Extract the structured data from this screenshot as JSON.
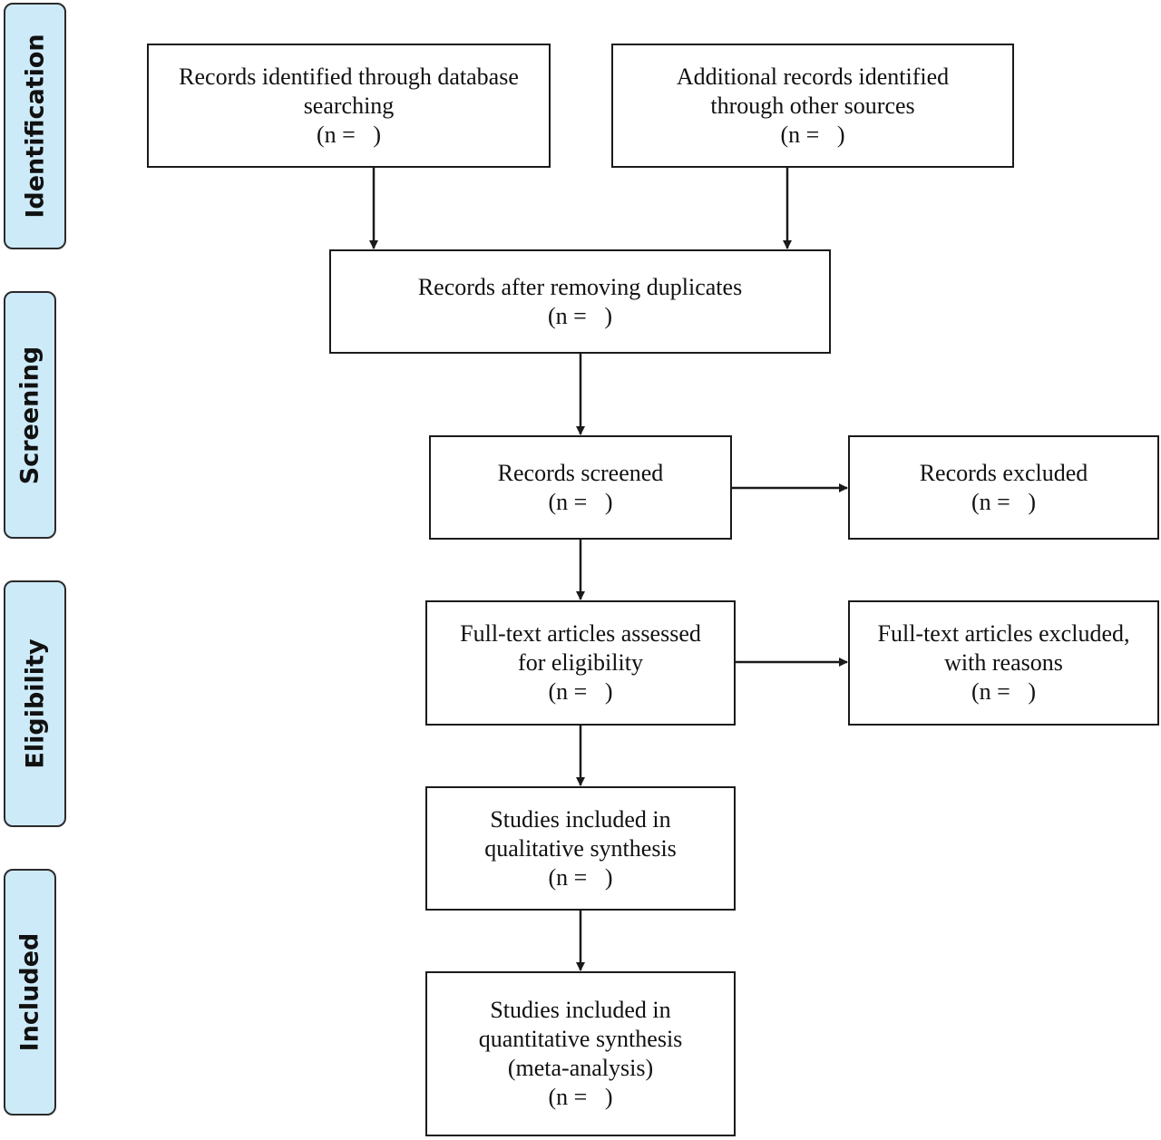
{
  "phases": {
    "identification": "Identification",
    "screening": "Screening",
    "eligibility": "Eligibility",
    "included": "Included"
  },
  "boxes": {
    "db_search": {
      "line1": "Records identified through database",
      "line2": "searching",
      "count": "(n =   )"
    },
    "other_sources": {
      "line1": "Additional records identified",
      "line2": "through other sources",
      "count": "(n =   )"
    },
    "deduplicated": {
      "line1": "Records after removing duplicates",
      "count": "(n =   )"
    },
    "screened": {
      "line1": "Records screened",
      "count": "(n =   )"
    },
    "excluded": {
      "line1": "Records excluded",
      "count": "(n =   )"
    },
    "fulltext_assessed": {
      "line1": "Full-text articles assessed",
      "line2": "for eligibility",
      "count": "(n =   )"
    },
    "fulltext_excluded": {
      "line1": "Full-text articles excluded,",
      "line2": "with reasons",
      "count": "(n =   )"
    },
    "qualitative": {
      "line1": "Studies included in",
      "line2": "qualitative synthesis",
      "count": "(n =   )"
    },
    "quantitative": {
      "line1": "Studies included in",
      "line2": "quantitative synthesis",
      "line3": "(meta-analysis)",
      "count": "(n =   )"
    }
  },
  "colors": {
    "phase_fill": "#cdeaf9",
    "stroke": "#1a1a1a"
  }
}
